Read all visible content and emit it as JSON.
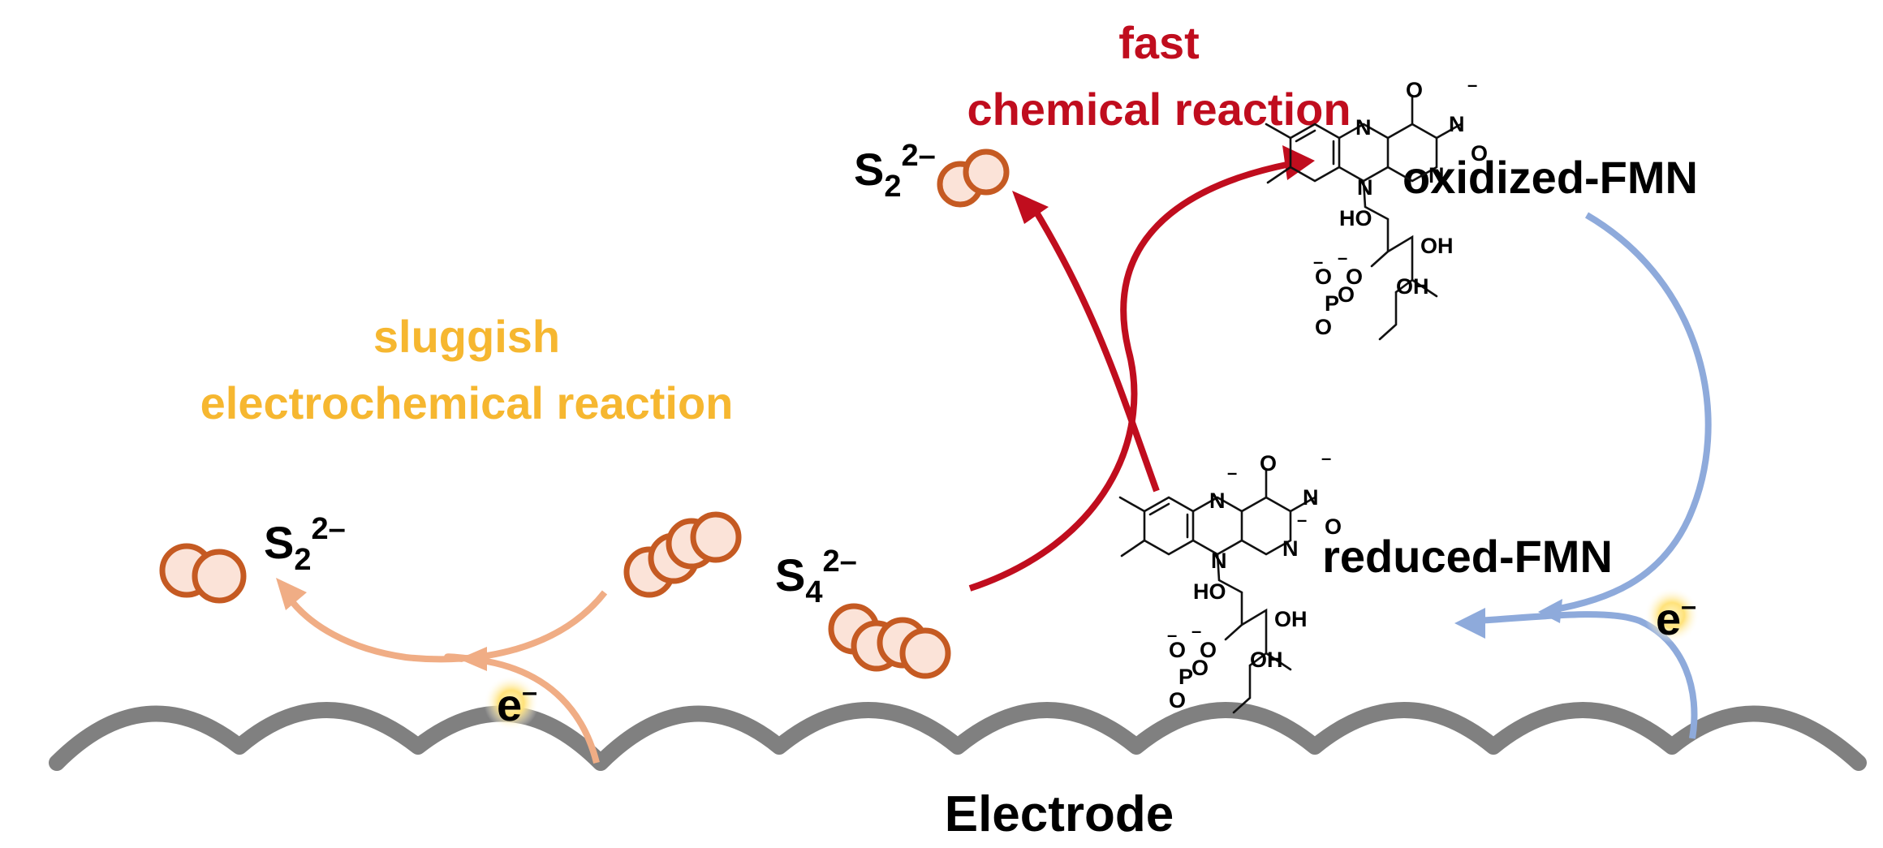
{
  "labels": {
    "fast": "fast",
    "chemical_reaction": "chemical reaction",
    "sluggish": "sluggish",
    "electrochemical_reaction": "electrochemical reaction",
    "oxidized_fmn": "oxidized-FMN",
    "reduced_fmn": "reduced-FMN",
    "electrode": "Electrode"
  },
  "species": {
    "s2_base": "S",
    "s2_sub": "2",
    "s2_sup": "2–",
    "s4_base": "S",
    "s4_sub": "4",
    "s4_sup": "2–",
    "electron": "e",
    "electron_sup": "–"
  },
  "molecule_atoms": {
    "N": "N",
    "O": "O",
    "P": "P",
    "HO": "HO",
    "OH": "OH",
    "minus": "–"
  },
  "colors": {
    "fast_reaction": "#c00d1e",
    "sluggish_reaction": "#f6b730",
    "sluggish_arrow": "#f0ad85",
    "electron_transfer_arrow": "#8eaadb",
    "sulfur_sphere_stroke": "#c55a22",
    "sulfur_sphere_fill": "#fbe3d8",
    "electrode": "#808080"
  }
}
